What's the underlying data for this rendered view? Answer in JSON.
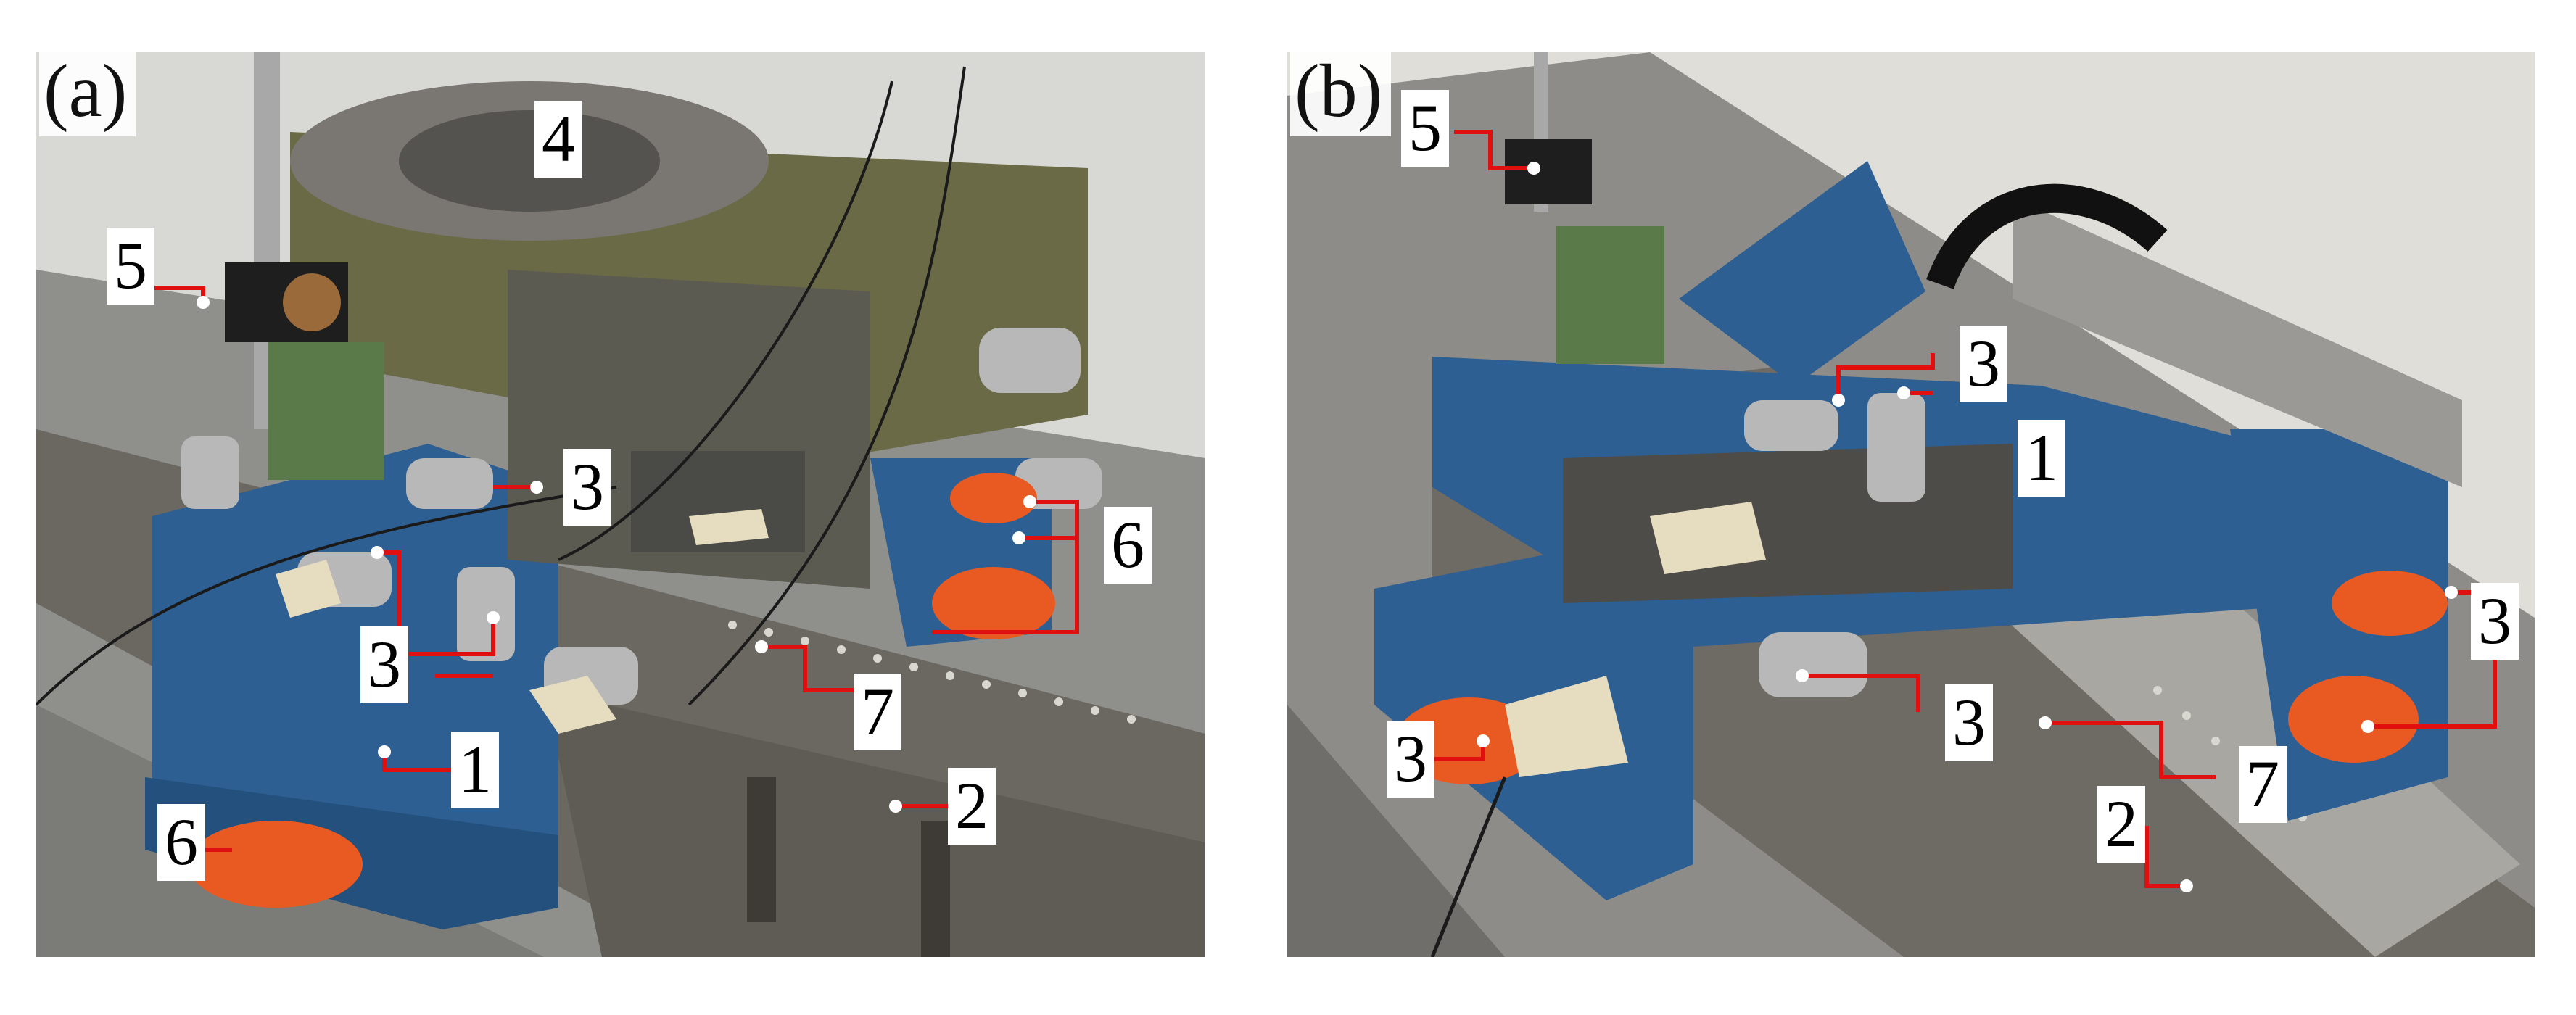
{
  "panels": [
    {
      "letter": "(a)",
      "labels": [
        "5",
        "4",
        "3",
        "6",
        "3",
        "7",
        "1",
        "2",
        "6"
      ]
    },
    {
      "letter": "(b)",
      "labels": [
        "5",
        "3",
        "1",
        "3",
        "3",
        "7",
        "2",
        "3"
      ]
    }
  ],
  "colors": {
    "callout_line": "#e01010",
    "machine_blue": "#2d5f92",
    "granite": "#8f8f8b",
    "steel": "#6b6862",
    "sensor_silver": "#b8b8b8",
    "foot_orange": "#e85a22",
    "indicator_green": "#5b7a4a"
  }
}
